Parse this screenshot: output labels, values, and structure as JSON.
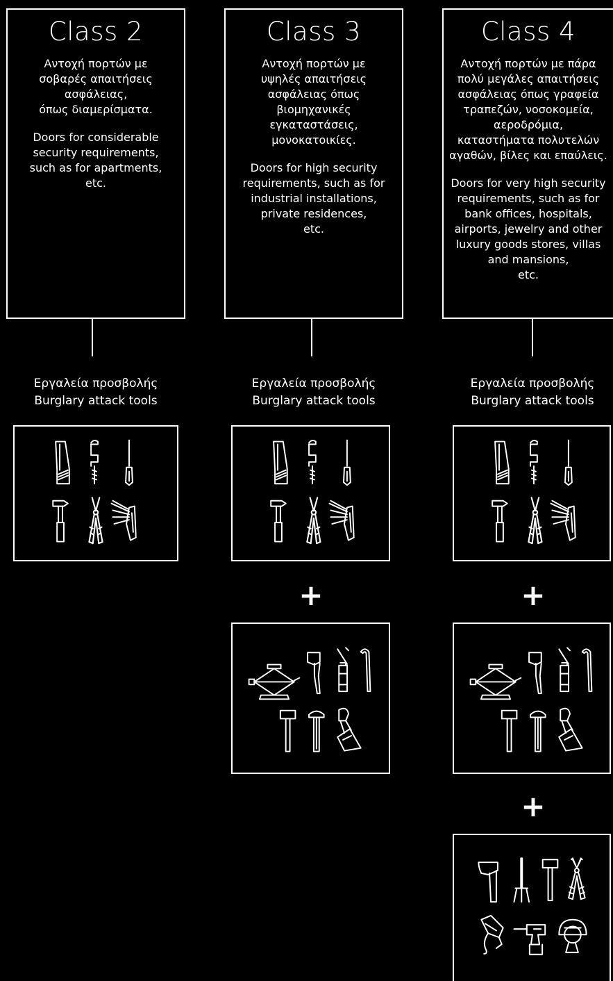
{
  "classes": [
    {
      "title": "Class 2",
      "greek": "Αντοχή πορτών με\nσοβαρές απαιτήσεις\nασφάλειας,\nόπως διαμερίσματα.",
      "english": "Doors for considerable\nsecurity requirements,\nsuch as for apartments,\netc.",
      "tools_label": "Εργαλεία προσβολής\nBurglary attack tools"
    },
    {
      "title": "Class 3",
      "greek": "Αντοχή πορτών με\nυψηλές απαιτήσεις\nασφάλειας όπως\nβιομηχανικές\nεγκαταστάσεις,\nμονοκατοικίες.",
      "english": "Doors for high security\nrequirements, such as for\nindustrial installations,\nprivate residences,\netc.",
      "tools_label": "Εργαλεία προσβολής\nBurglary attack tools"
    },
    {
      "title": "Class 4",
      "greek": "Αντοχή πορτών με πάρα\nπολύ μεγάλες απαιτήσεις\nασφάλειας όπως γραφεία\nτραπεζών, νοσοκομεία,\nαεροδρόμια,\nκαταστήματα πολυτελών\nαγαθών, βίλες και επαύλεις.",
      "english": "Doors for very high security\nrequirements, such as for\nbank offices, hospitals,\nairports, jewelry and other\nluxury goods stores, villas\nand mansions,\netc.",
      "tools_label": "Εργαλεία προσβολής\nBurglary attack tools"
    }
  ],
  "plus_sign": "+",
  "tool_sets": {
    "basic": [
      "hacksaw-icon",
      "hand-drill-icon",
      "screwdriver-icon",
      "hammer-icon",
      "pliers-icon",
      "pick-set-icon"
    ],
    "extended": [
      "car-jack-icon",
      "hatchet-icon",
      "spray-can-icon",
      "crowbar-icon",
      "sledge-hammer-icon",
      "chisel-hammer-icon",
      "angle-grinder-icon"
    ],
    "heavy": [
      "axe-icon",
      "pitchfork-icon",
      "sledge-hammer-icon",
      "bolt-cutter-icon",
      "jigsaw-icon",
      "cordless-drill-icon",
      "circular-saw-icon"
    ]
  }
}
